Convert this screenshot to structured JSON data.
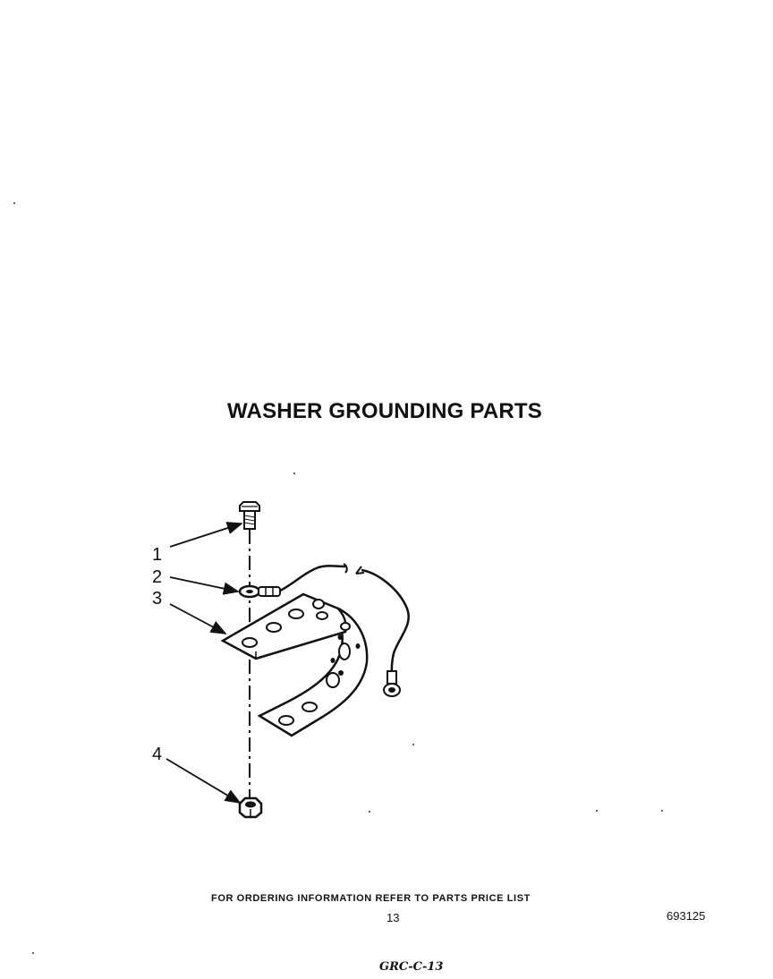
{
  "title": "WASHER GROUNDING PARTS",
  "callouts": [
    {
      "label": "1",
      "part": "screw"
    },
    {
      "label": "2",
      "part": "washer"
    },
    {
      "label": "3",
      "part": "grounding-strap"
    },
    {
      "label": "4",
      "part": "nut"
    }
  ],
  "footer": {
    "ordering_note": "FOR ORDERING INFORMATION REFER TO PARTS PRICE LIST",
    "page_number": "13",
    "doc_number": "693125",
    "handwritten": "GRC-C-13"
  }
}
